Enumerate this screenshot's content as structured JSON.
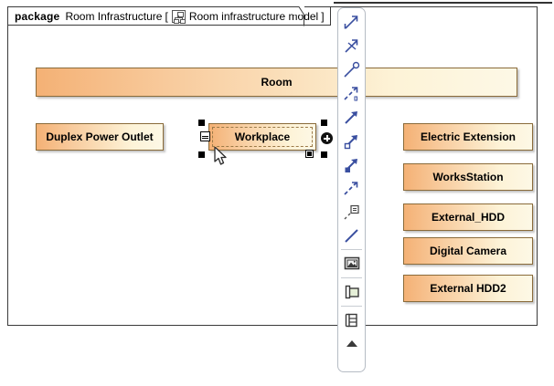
{
  "frame": {
    "keyword": "package",
    "name": "Room Infrastructure",
    "bracket_open": "[",
    "diagram_icon": "class-diagram-icon",
    "diagram_name": "Room infrastructure model",
    "bracket_close": "]"
  },
  "nodes": [
    {
      "id": "room",
      "label": "Room"
    },
    {
      "id": "duplex",
      "label": "Duplex Power Outlet"
    },
    {
      "id": "workplace",
      "label": "Workplace",
      "selected": true
    },
    {
      "id": "ee",
      "label": "Electric Extension"
    },
    {
      "id": "ws",
      "label": "WorksStation"
    },
    {
      "id": "hdd",
      "label": "External_HDD"
    },
    {
      "id": "dc",
      "label": "Digital Camera"
    },
    {
      "id": "h2",
      "label": "External HDD2"
    }
  ],
  "selection": {
    "handles": 4,
    "left_badge_icon": "ports-badge-icon",
    "right_badge_icon": "add-plus-icon",
    "bottom_badge_icon": "resize-handle-icon",
    "cursor_icon": "mouse-pointer-icon"
  },
  "palette": {
    "items": [
      {
        "name": "association-icon",
        "tooltip": "Association"
      },
      {
        "name": "association-class-icon",
        "tooltip": "Association Class"
      },
      {
        "name": "connector-circle-icon",
        "tooltip": "Connector"
      },
      {
        "name": "dependency-icon",
        "tooltip": "Dependency"
      },
      {
        "name": "directed-association-icon",
        "tooltip": "Directed Association"
      },
      {
        "name": "aggregation-icon",
        "tooltip": "Aggregation"
      },
      {
        "name": "composition-icon",
        "tooltip": "Composition"
      },
      {
        "name": "realization-icon",
        "tooltip": "Realization"
      },
      {
        "name": "note-anchor-icon",
        "tooltip": "Note Anchor"
      },
      {
        "name": "line-plain-icon",
        "tooltip": "Line"
      },
      {
        "name": "image-shape-icon",
        "tooltip": "Image"
      },
      {
        "name": "package-shape-icon",
        "tooltip": "Package"
      },
      {
        "name": "class-shape-icon",
        "tooltip": "Class"
      },
      {
        "name": "scroll-up-icon",
        "tooltip": "Scroll Up"
      }
    ]
  },
  "colors": {
    "node_fill_start": "#f4b175",
    "node_fill_end": "#fdf8e6",
    "node_border": "#8a6b3a",
    "frame_border": "#3a3a3a",
    "palette_icon": "#3a4fa0",
    "selection_handle": "#000000"
  }
}
